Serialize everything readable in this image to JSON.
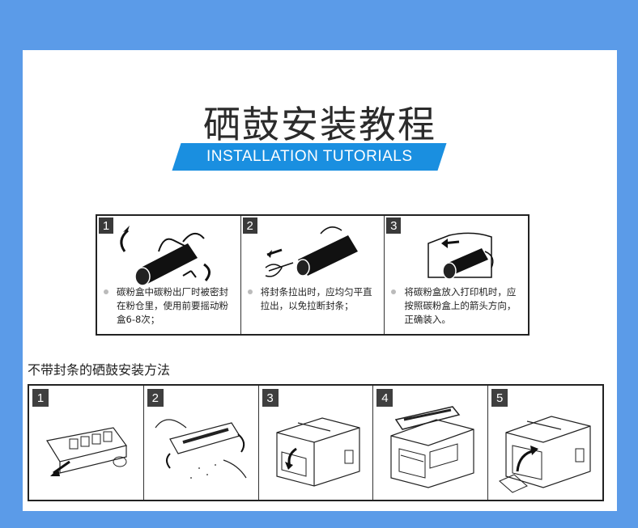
{
  "title": "硒鼓安装教程",
  "banner": "INSTALLATION TUTORIALS",
  "steps_with_seal": [
    {
      "number": "1",
      "text": "碳粉盒中碳粉出厂时被密封在粉仓里，使用前要摇动粉盒6-8次；"
    },
    {
      "number": "2",
      "text": "将封条拉出时，应均匀平直拉出，以免拉断封条；"
    },
    {
      "number": "3",
      "text": "将碳粉盒放入打印机时，应按照碳粉盒上的箭头方向，正确装入。"
    }
  ],
  "subtitle": "不带封条的硒鼓安装方法",
  "steps_without_seal": [
    {
      "number": "1"
    },
    {
      "number": "2"
    },
    {
      "number": "3"
    },
    {
      "number": "4"
    },
    {
      "number": "5"
    }
  ],
  "colors": {
    "background": "#5b9be8",
    "banner": "#1a8fe0"
  }
}
